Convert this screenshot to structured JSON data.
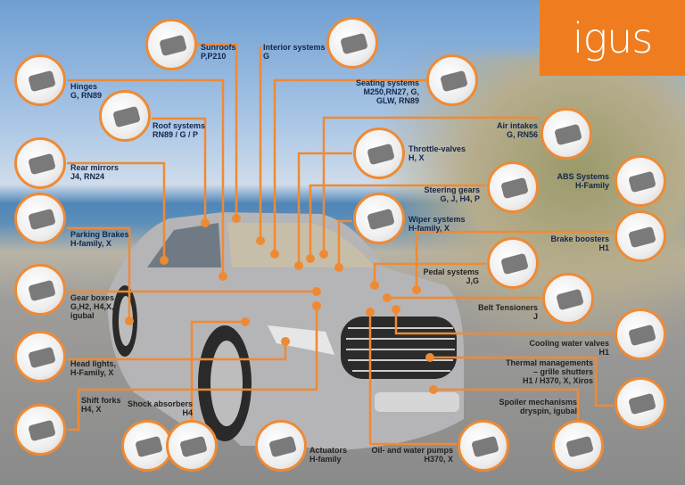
{
  "logo": "igus",
  "accent_color": "#ef7d1f",
  "callouts": [
    {
      "id": "sunroofs",
      "title": "Sunroofs",
      "codes": "P,P210"
    },
    {
      "id": "interior",
      "title": "Interior systems",
      "codes": "G"
    },
    {
      "id": "seating",
      "title": "Seating systems",
      "codes": "M250,RN27, G,",
      "codes2": "GLW, RN89"
    },
    {
      "id": "hinges",
      "title": "Hinges",
      "codes": "G, RN89"
    },
    {
      "id": "roof",
      "title": "Roof systems",
      "codes": "RN89 / G / P"
    },
    {
      "id": "air",
      "title": "Air intakes",
      "codes": "G, RN56"
    },
    {
      "id": "throttle",
      "title": "Throttle-valves",
      "codes": "H, X"
    },
    {
      "id": "mirrors",
      "title": "Rear mirrors",
      "codes": "J4, RN24"
    },
    {
      "id": "abs",
      "title": "ABS Systems",
      "codes": "H-Family"
    },
    {
      "id": "steering",
      "title": "Steering gears",
      "codes": "G, J, H4, P"
    },
    {
      "id": "parking",
      "title": "Parking Brakes",
      "codes": "H-family, X"
    },
    {
      "id": "wiper",
      "title": "Wiper systems",
      "codes": "H-family, X"
    },
    {
      "id": "brake",
      "title": "Brake boosters",
      "codes": "H1"
    },
    {
      "id": "pedal",
      "title": "Pedal systems",
      "codes": "J,G"
    },
    {
      "id": "gear",
      "title": "Gear boxes",
      "codes": "G,H2, H4,X,",
      "codes2": "igubal"
    },
    {
      "id": "belt",
      "title": "Belt Tensioners",
      "codes": "J"
    },
    {
      "id": "cooling",
      "title": "Cooling water valves",
      "codes": "H1"
    },
    {
      "id": "head",
      "title": "Head lights,",
      "codes": "H-Family, X"
    },
    {
      "id": "thermal",
      "title": "Thermal managements",
      "codes": "– grille shutters",
      "codes2": "H1 / H370, X, Xiros"
    },
    {
      "id": "shift",
      "title": "Shift forks",
      "codes": "H4, X"
    },
    {
      "id": "shock",
      "title": "Shock absorbers",
      "codes": "H4"
    },
    {
      "id": "actuators",
      "title": "Actuators",
      "codes": "H-family"
    },
    {
      "id": "pumps",
      "title": "Oil- and water pumps",
      "codes": "H370, X"
    },
    {
      "id": "spoiler",
      "title": "Spoiler mechanisms",
      "codes": "dryspin, igubal"
    }
  ]
}
